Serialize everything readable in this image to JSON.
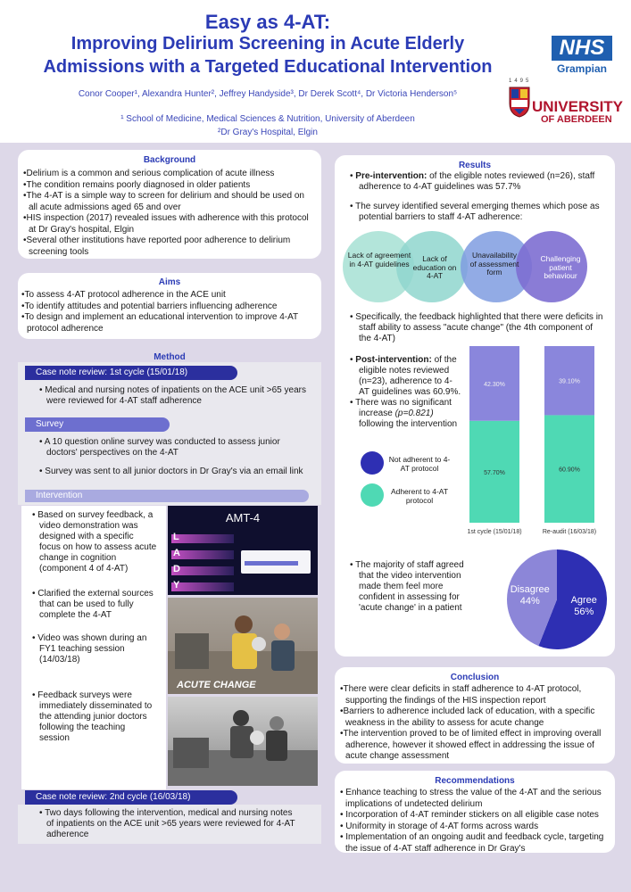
{
  "header": {
    "title_line1": "Easy as 4-AT:",
    "title_line2": "Improving Delirium Screening in Acute Elderly",
    "title_line3": "Admissions with a Targeted Educational Intervention",
    "authors": "Conor Cooper¹, Alexandra Hunter², Jeffrey Handyside³, Dr Derek Scott⁴, Dr Victoria Henderson⁵",
    "affiliation1": "¹ School of Medicine, Medical Sciences & Nutrition, University of Aberdeen",
    "affiliation2": "²Dr Gray's Hospital, Elgin",
    "logo_nhs": "NHS",
    "logo_nhs_sub": "Grampian",
    "logo_uni_year": "1495",
    "logo_uni_line1": "UNIVERSITY",
    "logo_uni_line2": "OF ABERDEEN"
  },
  "background": {
    "heading": "Background",
    "items": [
      "•Delirium is a common and serious complication of acute illness",
      "•The condition remains poorly diagnosed in older patients",
      "•The 4-AT is a simple way to screen for delirium and should be used on all acute admissions aged 65 and over",
      "•HIS inspection (2017) revealed issues with adherence with this protocol at Dr Gray's hospital, Elgin",
      "•Several other institutions have reported poor adherence to delirium screening tools"
    ]
  },
  "aims": {
    "heading": "Aims",
    "items": [
      "•To assess 4-AT protocol adherence in the ACE unit",
      "•To identify attitudes and potential barriers influencing adherence",
      "•To design and implement an educational intervention to improve 4-AT protocol adherence"
    ]
  },
  "method": {
    "heading": "Method",
    "cycle1_label": "Case note review:  1st cycle (15/01/18)",
    "cycle1_text": "• Medical and nursing notes of inpatients on the ACE unit >65 years were reviewed for 4-AT staff adherence",
    "survey_label": "Survey",
    "survey_text1": "• A 10 question online survey was conducted to assess junior doctors' perspectives on the 4-AT",
    "survey_text2": "• Survey was sent to all  junior doctors in Dr Gray's via an email link",
    "intervention_label": "Intervention",
    "intervention_items": [
      "• Based on survey feedback, a video demonstration was designed with a specific focus on how to assess acute change in cognition (component 4 of 4-AT)",
      "• Clarified the external sources that can be used to fully complete the 4-AT",
      "• Video was shown during an FY1 teaching session (14/03/18)",
      "• Feedback surveys were immediately disseminated to the attending junior doctors following the teaching session"
    ],
    "video_title": "AMT-4",
    "video_letters": [
      "L",
      "A",
      "D",
      "Y"
    ],
    "video_caption": "ACUTE CHANGE",
    "cycle2_label": "Case note review:  2nd cycle (16/03/18)",
    "cycle2_text": "• Two days following the intervention, medical and nursing notes of inpatients on the ACE unit >65 years were reviewed for 4-AT adherence"
  },
  "results": {
    "heading": "Results",
    "pre_bold": "Pre-intervention:",
    "pre_text": " of the eligible notes reviewed (n=26), staff adherence to 4-AT guidelines was 57.7%",
    "survey_text": "The survey identified several emerging themes which pose as potential barriers to staff 4-AT adherence:",
    "barriers": [
      "Lack of agreement in 4-AT guidelines",
      "Lack of education on 4-AT",
      "Unavailability of assessment form",
      "Challenging patient behaviour"
    ],
    "feedback_text": "Specifically, the feedback highlighted that there were deficits in staff ability to assess \"acute change\" (the 4th component of the 4-AT)",
    "post_bold": "Post-intervention:",
    "post_text": " of the eligible notes reviewed (n=23), adherence to 4-AT guidelines was 60.9%.",
    "nosig_text1": "There was no significant increase",
    "nosig_p": "(p=0.821)",
    "nosig_text2": "following the intervention",
    "legend_not": "Not adherent to 4-AT protocol",
    "legend_adh": "Adherent to 4-AT protocol",
    "majority_text": "The majority of staff agreed that the video intervention made them feel more confident in assessing for 'acute change' in a patient",
    "colors": {
      "adherent": "#4fd9b4",
      "not_adherent": "#8a86dc",
      "agree": "#2e2fb3",
      "disagree": "#8c86d8"
    }
  },
  "chart_data": [
    {
      "type": "bar",
      "stacked": true,
      "categories": [
        "1st cycle (15/01/18)",
        "Re-audit (16/03/18)"
      ],
      "series": [
        {
          "name": "Adherent to 4-AT protocol",
          "values": [
            57.7,
            60.9
          ],
          "labels": [
            "57.70%",
            "60.90%"
          ]
        },
        {
          "name": "Not adherent to 4-AT protocol",
          "values": [
            42.3,
            39.1
          ],
          "labels": [
            "42.30%",
            "39.10%"
          ]
        }
      ],
      "ylim": [
        0,
        100
      ]
    },
    {
      "type": "pie",
      "slices": [
        {
          "name": "Agree",
          "value": 56,
          "label": "56%"
        },
        {
          "name": "Disagree",
          "value": 44,
          "label": "44%"
        }
      ]
    }
  ],
  "conclusion": {
    "heading": "Conclusion",
    "items": [
      "•There were clear deficits in staff adherence to 4-AT protocol, supporting the findings of the HIS inspection report",
      "•Barriers to adherence included lack of education, with a specific weakness in the ability to assess for acute change",
      "•The intervention proved to be of limited effect in improving overall adherence, however it showed effect in addressing the issue of acute change assessment"
    ]
  },
  "recommendations": {
    "heading": "Recommendations",
    "items": [
      "•  Enhance teaching to stress the value of the 4-AT and the serious implications of undetected delirium",
      "•  Incorporation of 4-AT reminder stickers on all eligible case notes",
      "•  Uniformity in storage of 4-AT forms across wards",
      "•  Implementation of an ongoing audit and feedback cycle, targeting the issue of 4-AT staff adherence in Dr Gray's"
    ]
  }
}
